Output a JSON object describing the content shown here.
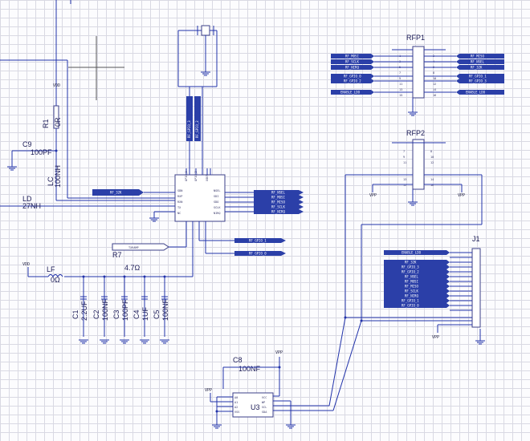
{
  "power": {
    "vdd": "VDD",
    "vpp": "VPP"
  },
  "components": {
    "r1": {
      "ref": "R1",
      "value": "0R"
    },
    "c9": {
      "ref": "C9",
      "value": "100PF"
    },
    "lc": {
      "ref": "LC",
      "value": "100NH"
    },
    "ld": {
      "ref": "LD",
      "value": "27NH"
    },
    "r7": {
      "ref": "R7",
      "value": "4.7Ω"
    },
    "lf": {
      "ref": "LF",
      "value": "0Ω"
    },
    "c1": {
      "ref": "C1",
      "value": "2.2UF"
    },
    "c2": {
      "ref": "C2",
      "value": "100NF"
    },
    "c3": {
      "ref": "C3",
      "value": "100PF"
    },
    "c4": {
      "ref": "C4",
      "value": "1UF"
    },
    "c5": {
      "ref": "C5",
      "value": "100NF"
    },
    "c8": {
      "ref": "C8",
      "value": "100NF"
    },
    "u3": {
      "ref": "U3"
    },
    "rfp1": {
      "ref": "RFP1"
    },
    "rfp2": {
      "ref": "RFP2"
    },
    "j1": {
      "ref": "J1"
    }
  },
  "nets": {
    "rf_32k": "RF_32K",
    "txramp": "TXRAMP",
    "rf_mosi": "RF_MOSI",
    "rf_sclk": "RF_SCLK",
    "rf_nsel": "RF_NSEL",
    "rf_sdo": "RF_SDO",
    "rf_gpio0": "RF_GPIO_0",
    "rf_gpio1": "RF_GPIO_1",
    "rf_gpio2": "RF_GPIO_2",
    "rf_gpio3": "RF_GPIO_3",
    "rf_miso": "RF_MISO",
    "rf_nirq": "RF_NIRQ",
    "enable_ldo": "ENABLE_LDO",
    "rf_32k_j": "RF_32K",
    "rf_gpio3_j": "RF_GPIO_3",
    "rf_gpio2_j": "RF_GPIO_2",
    "rf_nsel_j": "RF_NSEL",
    "rf_mosi_j": "RF_MOSI",
    "rf_miso_j": "RF_MISO",
    "rf_sclk_j": "RF_SCLK",
    "rf_nirq_j": "RF_NIRQ",
    "rf_gpio1_j": "RF_GPIO_1",
    "rf_gpio0_j": "RF_GPIO_0"
  }
}
